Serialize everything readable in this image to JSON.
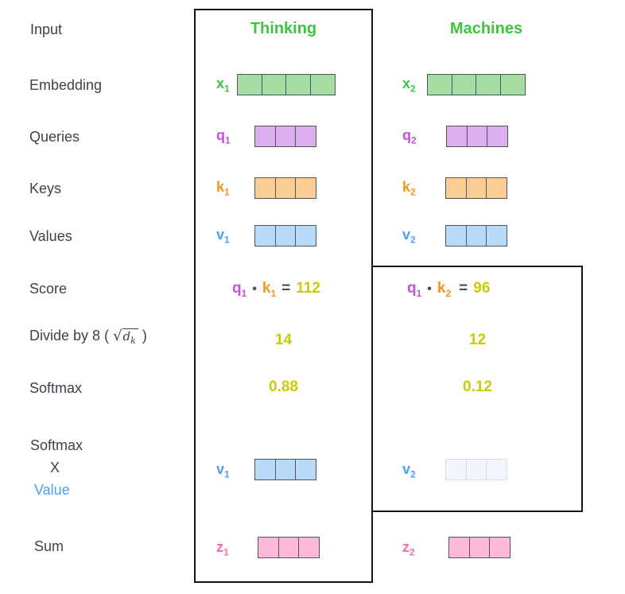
{
  "palette": {
    "green": "#3fc43f",
    "green_fill": "#a6dda2",
    "purple": "#c44fd9",
    "purple_fill": "#ddafee",
    "orange": "#f7941e",
    "orange_fill": "#fbcf94",
    "blue": "#4a9ff5",
    "blue_fill": "#b6daf8",
    "pink": "#fa6bb5",
    "pink_fill": "#fdb9da",
    "faded_fill": "#f0f6fc",
    "faded_border": "#d9dee5",
    "yellow": "#cbcb04",
    "text_dark": "#3d424b",
    "cell_border": "#50565e",
    "box_border": "#161616"
  },
  "row_labels": {
    "input": "Input",
    "embedding": "Embedding",
    "queries": "Queries",
    "keys": "Keys",
    "values": "Values",
    "score": "Score",
    "divide_prefix": "Divide by 8 (",
    "divide_sqrt_radical": "√",
    "divide_sqrt_radicand": "d",
    "divide_sqrt_subscript": "k",
    "divide_suffix": ")",
    "softmax": "Softmax",
    "softmax_x_value_line1": "Softmax",
    "softmax_x_value_line2": "X",
    "softmax_x_value_line3": "Value",
    "sum": "Sum"
  },
  "columns": [
    {
      "header": "Thinking",
      "embedding": {
        "label": "x",
        "sub": "1",
        "cells": 4
      },
      "query": {
        "label": "q",
        "sub": "1",
        "cells": 3
      },
      "key": {
        "label": "k",
        "sub": "1",
        "cells": 3
      },
      "value": {
        "label": "v",
        "sub": "1",
        "cells": 3
      },
      "score": {
        "q": "q",
        "q_sub": "1",
        "dot": "•",
        "k": "k",
        "k_sub": "1",
        "equals": "=",
        "result": "112"
      },
      "divide_result": "14",
      "softmax_result": "0.88",
      "weighted_value": {
        "label": "v",
        "sub": "1",
        "cells": 3,
        "faded": false
      },
      "sum": {
        "label": "z",
        "sub": "1",
        "cells": 3
      }
    },
    {
      "header": "Machines",
      "embedding": {
        "label": "x",
        "sub": "2",
        "cells": 4
      },
      "query": {
        "label": "q",
        "sub": "2",
        "cells": 3
      },
      "key": {
        "label": "k",
        "sub": "2",
        "cells": 3
      },
      "value": {
        "label": "v",
        "sub": "2",
        "cells": 3
      },
      "score": {
        "q": "q",
        "q_sub": "1",
        "dot": "•",
        "k": "k",
        "k_sub": "2",
        "equals": "=",
        "result": "96"
      },
      "divide_result": "12",
      "softmax_result": "0.12",
      "weighted_value": {
        "label": "v",
        "sub": "2",
        "cells": 3,
        "faded": true
      },
      "sum": {
        "label": "z",
        "sub": "2",
        "cells": 3
      }
    }
  ]
}
